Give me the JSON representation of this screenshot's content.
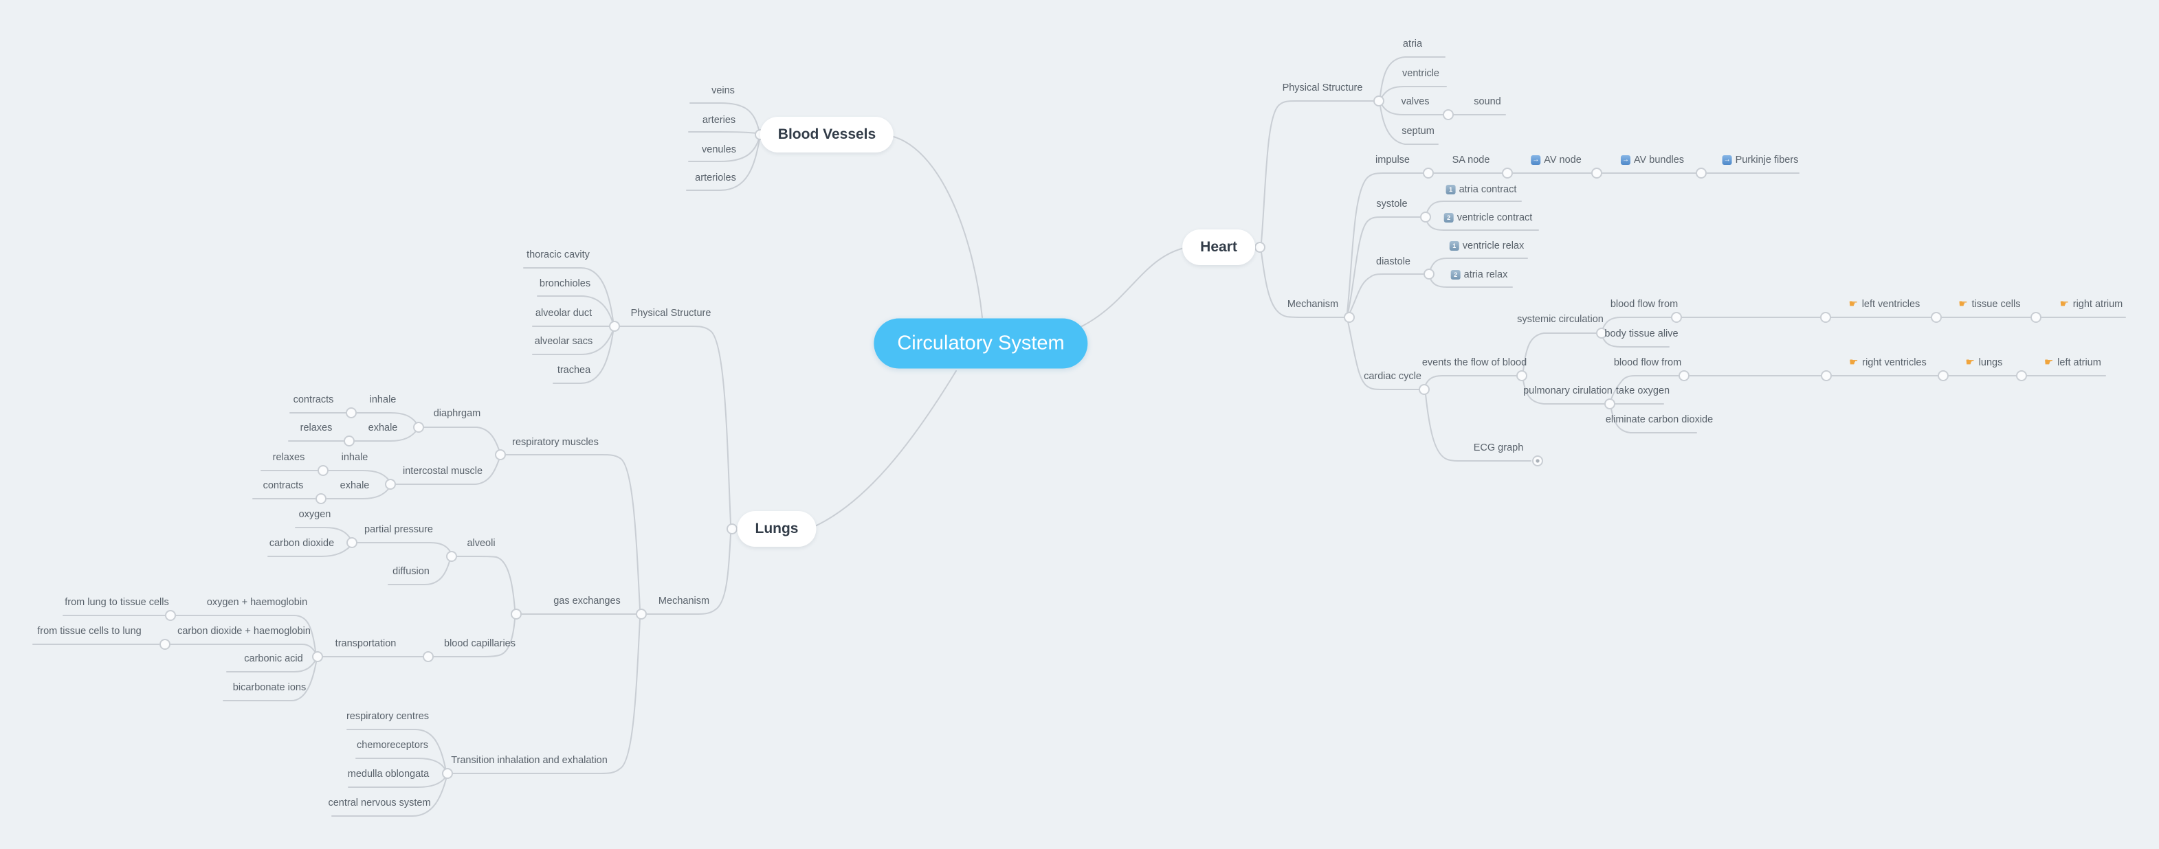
{
  "app": {
    "type": "mind-map-canvas"
  },
  "colors": {
    "background": "#edf1f4",
    "branch_line": "#c9ced4",
    "topic_text": "#59626b",
    "main_topic_text": "#323c48",
    "root_fill": "#4ac1f6",
    "root_text": "#ffffff",
    "arrow_icon_blue": "#4f89c9",
    "number_icon_slate": "#7596b2",
    "pointing_hand_yellow": "#f0a43c"
  },
  "root": {
    "label": "Circulatory System"
  },
  "main_topics": [
    {
      "id": "blood-vessels",
      "label": "Blood Vessels"
    },
    {
      "id": "heart",
      "label": "Heart"
    },
    {
      "id": "lungs",
      "label": "Lungs"
    }
  ],
  "icons": {
    "arrow-right": {
      "glyph": "→"
    },
    "number-1": {
      "glyph": "1"
    },
    "number-2": {
      "glyph": "2"
    },
    "point-right": {
      "glyph": "☛"
    }
  },
  "topics": [
    {
      "id": "veins",
      "label": "veins"
    },
    {
      "id": "arteries",
      "label": "arteries"
    },
    {
      "id": "venules",
      "label": "venules"
    },
    {
      "id": "arterioles",
      "label": "arterioles"
    },
    {
      "id": "physical-structure-heart",
      "label": "Physical Structure"
    },
    {
      "id": "atria",
      "label": "atria"
    },
    {
      "id": "ventricle",
      "label": "ventricle"
    },
    {
      "id": "valves",
      "label": "valves"
    },
    {
      "id": "sound",
      "label": "sound"
    },
    {
      "id": "septum",
      "label": "septum"
    },
    {
      "id": "mechanism-heart",
      "label": "Mechanism"
    },
    {
      "id": "impulse",
      "label": "impulse"
    },
    {
      "id": "sa-node",
      "label": "SA node"
    },
    {
      "id": "av-node",
      "label": "AV node",
      "icon": "arrow-right"
    },
    {
      "id": "av-bundles",
      "label": "AV bundles",
      "icon": "arrow-right"
    },
    {
      "id": "purkinje-fibers",
      "label": "Purkinje fibers",
      "icon": "arrow-right"
    },
    {
      "id": "systole",
      "label": "systole"
    },
    {
      "id": "atria-contract",
      "label": "atria contract",
      "icon": "number-1"
    },
    {
      "id": "ventricle-contract",
      "label": "ventricle contract",
      "icon": "number-2"
    },
    {
      "id": "diastole",
      "label": "diastole"
    },
    {
      "id": "ventricle-relax",
      "label": "ventricle relax",
      "icon": "number-1"
    },
    {
      "id": "atria-relax",
      "label": "atria relax",
      "icon": "number-2"
    },
    {
      "id": "cardiac-cycle",
      "label": "cardiac cycle"
    },
    {
      "id": "events-flow",
      "label": "events the flow of blood"
    },
    {
      "id": "systemic-circulation",
      "label": "systemic circulation"
    },
    {
      "id": "bff-systemic",
      "label": "blood flow from"
    },
    {
      "id": "left-ventricles",
      "label": "left ventricles",
      "icon": "point-right"
    },
    {
      "id": "tissue-cells",
      "label": "tissue cells",
      "icon": "point-right"
    },
    {
      "id": "right-atrium",
      "label": "right atrium",
      "icon": "point-right"
    },
    {
      "id": "body-tissue-alive",
      "label": "body tissue alive"
    },
    {
      "id": "pulmonary-cirulation",
      "label": "pulmonary cirulation"
    },
    {
      "id": "bff-pulmonary",
      "label": "blood flow from"
    },
    {
      "id": "right-ventricles",
      "label": "right ventricles",
      "icon": "point-right"
    },
    {
      "id": "lungs-step",
      "label": "lungs",
      "icon": "point-right"
    },
    {
      "id": "left-atrium",
      "label": "left atrium",
      "icon": "point-right"
    },
    {
      "id": "take-oxygen",
      "label": "take oxygen"
    },
    {
      "id": "eliminate-carbon-dioxide",
      "label": "eliminate carbon dioxide"
    },
    {
      "id": "ecg-graph",
      "label": "ECG graph"
    },
    {
      "id": "physical-structure-lungs",
      "label": "Physical Structure"
    },
    {
      "id": "thoracic-cavity",
      "label": "thoracic cavity"
    },
    {
      "id": "bronchioles",
      "label": "bronchioles"
    },
    {
      "id": "alveolar-duct",
      "label": "alveolar duct"
    },
    {
      "id": "alveolar-sacs",
      "label": "alveolar sacs"
    },
    {
      "id": "trachea",
      "label": "trachea"
    },
    {
      "id": "mechanism-lungs",
      "label": "Mechanism"
    },
    {
      "id": "respiratory-muscles",
      "label": "respiratory muscles"
    },
    {
      "id": "diaphrgam",
      "label": "diaphrgam"
    },
    {
      "id": "contracts-diaphragm",
      "label": "contracts"
    },
    {
      "id": "inhale-diaphragm",
      "label": "inhale"
    },
    {
      "id": "relaxes-diaphragm",
      "label": "relaxes"
    },
    {
      "id": "exhale-diaphragm",
      "label": "exhale"
    },
    {
      "id": "intercostal-muscle",
      "label": "intercostal muscle"
    },
    {
      "id": "relaxes-intercostal",
      "label": "relaxes"
    },
    {
      "id": "inhale-intercostal",
      "label": "inhale"
    },
    {
      "id": "contracts-intercostal",
      "label": "contracts"
    },
    {
      "id": "exhale-intercostal",
      "label": "exhale"
    },
    {
      "id": "gas-exchanges",
      "label": "gas exchanges"
    },
    {
      "id": "alveoli",
      "label": "alveoli"
    },
    {
      "id": "partial-pressure",
      "label": "partial pressure"
    },
    {
      "id": "oxygen",
      "label": "oxygen"
    },
    {
      "id": "carbon-dioxide",
      "label": "carbon dioxide"
    },
    {
      "id": "diffusion",
      "label": "diffusion"
    },
    {
      "id": "blood-capillaries",
      "label": "blood capillaries"
    },
    {
      "id": "transportation",
      "label": "transportation"
    },
    {
      "id": "oxygen-haemoglobin",
      "label": "oxygen + haemoglobin"
    },
    {
      "id": "from-lung-to-tissue-cells",
      "label": "from lung to tissue cells"
    },
    {
      "id": "carbon-dioxide-haemoglobin",
      "label": "carbon dioxide + haemoglobin"
    },
    {
      "id": "from-tissue-cells-to-lung",
      "label": "from tissue cells to lung"
    },
    {
      "id": "carbonic-acid",
      "label": "carbonic acid"
    },
    {
      "id": "bicarbonate-ions",
      "label": "bicarbonate ions"
    },
    {
      "id": "transition",
      "label": "Transition inhalation and exhalation"
    },
    {
      "id": "respiratory-centres",
      "label": "respiratory centres"
    },
    {
      "id": "chemoreceptors",
      "label": "chemoreceptors"
    },
    {
      "id": "medulla-oblongata",
      "label": "medulla oblongata"
    },
    {
      "id": "central-nervous-system",
      "label": "central nervous system"
    }
  ]
}
